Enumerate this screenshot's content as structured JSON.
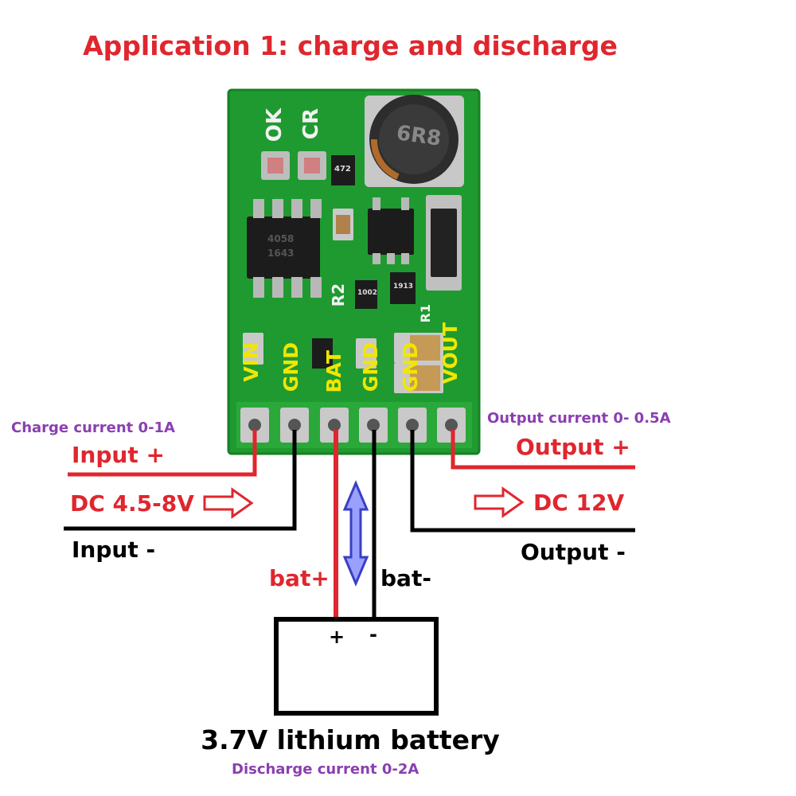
{
  "title": "Application 1: charge and discharge",
  "board": {
    "pins": [
      "VIN",
      "GND",
      "BAT",
      "GND",
      "GND",
      "VOUT"
    ],
    "silkscreen": [
      "OK",
      "CR",
      "R2",
      "R1"
    ],
    "inductor_marking": "6R8",
    "chip_marking_1": "4058",
    "chip_marking_2": "1643",
    "resistor_1": "472",
    "resistor_2": "1002",
    "resistor_3": "1913"
  },
  "input": {
    "charge_current": "Charge current 0-1A",
    "plus_label": "Input +",
    "voltage_label": "DC 4.5-8V",
    "minus_label": "Input -"
  },
  "output": {
    "current_label": "Output current 0- 0.5A",
    "plus_label": "Output +",
    "voltage_label": "DC 12V",
    "minus_label": "Output -"
  },
  "battery": {
    "bat_plus": "bat+",
    "bat_minus": "bat-",
    "plus_sign": "+",
    "minus_sign": "-",
    "label": "3.7V lithium battery",
    "discharge_current": "Discharge current 0-2A"
  },
  "colors": {
    "pcb": "#1e9b2e",
    "wire_red": "#e0262e",
    "wire_black": "#000000",
    "arrow_blue": "#3a3fc4",
    "pin_label": "#f2e600"
  }
}
